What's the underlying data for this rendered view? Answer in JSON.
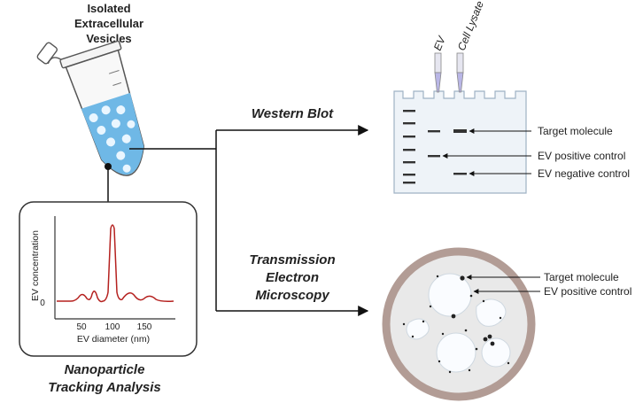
{
  "tube": {
    "title_lines": [
      "Isolated",
      "Extracellular",
      "Vesicles"
    ]
  },
  "nta": {
    "caption_lines": [
      "Nanoparticle",
      "Tracking Analysis"
    ],
    "ylabel": "EV concentration",
    "xlabel": "EV diameter (nm)",
    "ytick": "0",
    "xticks": [
      "50",
      "100",
      "150"
    ]
  },
  "western_blot": {
    "title": "Western Blot",
    "lane_labels": [
      "EV",
      "Cell Lysate"
    ],
    "annotations": [
      "Target molecule",
      "EV positive control",
      "EV negative control"
    ]
  },
  "tem": {
    "title_lines": [
      "Transmission",
      "Electron",
      "Microscopy"
    ],
    "annotations": [
      "Target molecule",
      "EV positive control"
    ]
  },
  "colors": {
    "curve": "#b5211f",
    "tube_liquid": "#6fb8e6",
    "tem_ring": "#b29c95",
    "arrow": "#111111"
  }
}
